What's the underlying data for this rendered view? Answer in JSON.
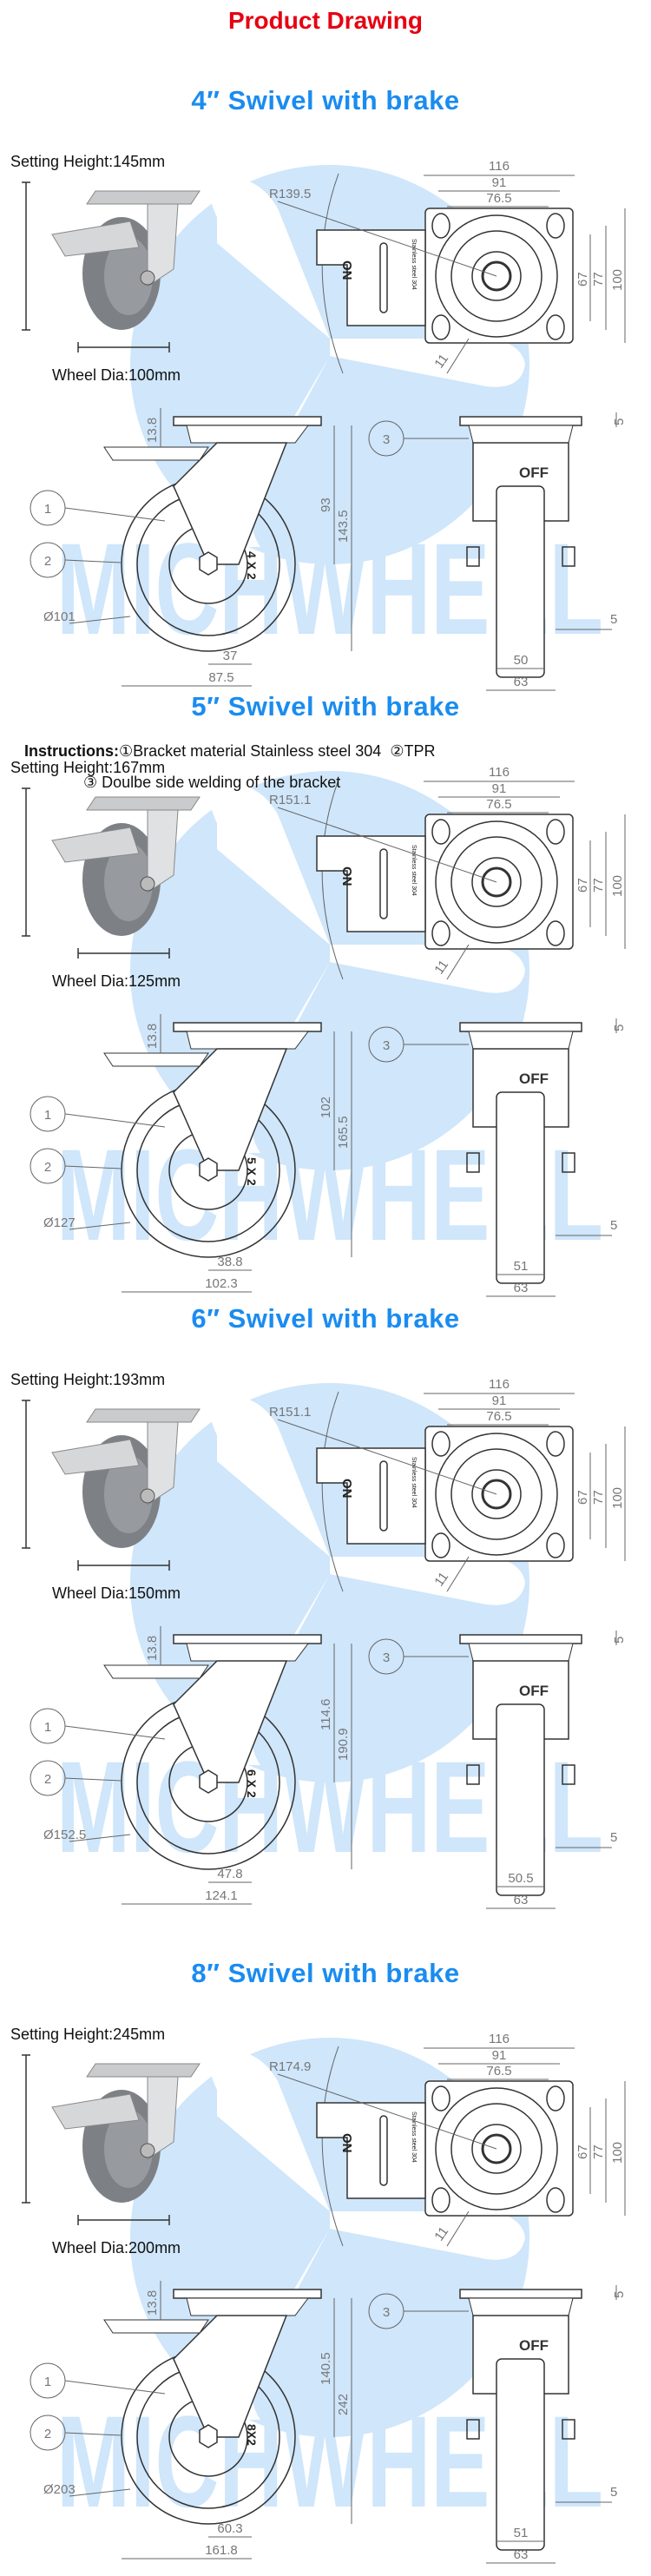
{
  "page_title": "Product Drawing",
  "watermark_text": "MICHWHEEL",
  "colors": {
    "title_red": "#e60012",
    "section_blue": "#1a8cf0",
    "watermark": "#cfe6fb"
  },
  "labels": {
    "on": "ON",
    "off": "OFF",
    "bracket_mark": "Stainless steel 304",
    "callout_1": "1",
    "callout_2": "2",
    "callout_3": "3"
  },
  "instructions": {
    "label": "Instructions:",
    "item_1": "①Bracket material Stainless steel 304",
    "item_2": "②TPR",
    "item_3": "③ Doulbe side welding of the bracket"
  },
  "sections": [
    {
      "title": "4″ Swivel with brake",
      "setting_height": "Setting Height:145mm",
      "wheel_dia": "Wheel Dia:100mm",
      "top": {
        "w1": "116",
        "w2": "91",
        "w3": "76.5",
        "h1": "67",
        "h2": "77",
        "h3": "100",
        "radius": "R139.5",
        "hole": "11"
      },
      "side": {
        "plate": "13.8",
        "h_axle": "93",
        "h_total": "143.5",
        "dia": "Ø101",
        "offset": "37",
        "width": "87.5",
        "wheel_mark": "4 X 2"
      },
      "front": {
        "plate_t": "5",
        "side_gap": "5",
        "wheel_w": "50",
        "total_w": "63"
      }
    },
    {
      "title": "5″ Swivel with brake",
      "setting_height": "Setting Height:167mm",
      "wheel_dia": "Wheel Dia:125mm",
      "top": {
        "w1": "116",
        "w2": "91",
        "w3": "76.5",
        "h1": "67",
        "h2": "77",
        "h3": "100",
        "radius": "R151.1",
        "hole": "11"
      },
      "side": {
        "plate": "13.8",
        "h_axle": "102",
        "h_total": "165.5",
        "dia": "Ø127",
        "offset": "38.8",
        "width": "102.3",
        "wheel_mark": "5 X 2"
      },
      "front": {
        "plate_t": "5",
        "side_gap": "5",
        "wheel_w": "51",
        "total_w": "63"
      }
    },
    {
      "title": "6″ Swivel with brake",
      "setting_height": "Setting Height:193mm",
      "wheel_dia": "Wheel Dia:150mm",
      "top": {
        "w1": "116",
        "w2": "91",
        "w3": "76.5",
        "h1": "67",
        "h2": "77",
        "h3": "100",
        "radius": "R151.1",
        "hole": "11"
      },
      "side": {
        "plate": "13.8",
        "h_axle": "114.6",
        "h_total": "190.9",
        "dia": "Ø152.5",
        "offset": "47.8",
        "width": "124.1",
        "wheel_mark": "6 X 2"
      },
      "front": {
        "plate_t": "5",
        "side_gap": "5",
        "wheel_w": "50.5",
        "total_w": "63"
      }
    },
    {
      "title": "8″ Swivel with brake",
      "setting_height": "Setting Height:245mm",
      "wheel_dia": "Wheel Dia:200mm",
      "top": {
        "w1": "116",
        "w2": "91",
        "w3": "76.5",
        "h1": "67",
        "h2": "77",
        "h3": "100",
        "radius": "R174.9",
        "hole": "11"
      },
      "side": {
        "plate": "13.8",
        "h_axle": "140.5",
        "h_total": "242",
        "dia": "Ø203",
        "offset": "60.3",
        "width": "161.8",
        "wheel_mark": "8X2"
      },
      "front": {
        "plate_t": "5",
        "side_gap": "5",
        "wheel_w": "51",
        "total_w": "63"
      }
    }
  ]
}
